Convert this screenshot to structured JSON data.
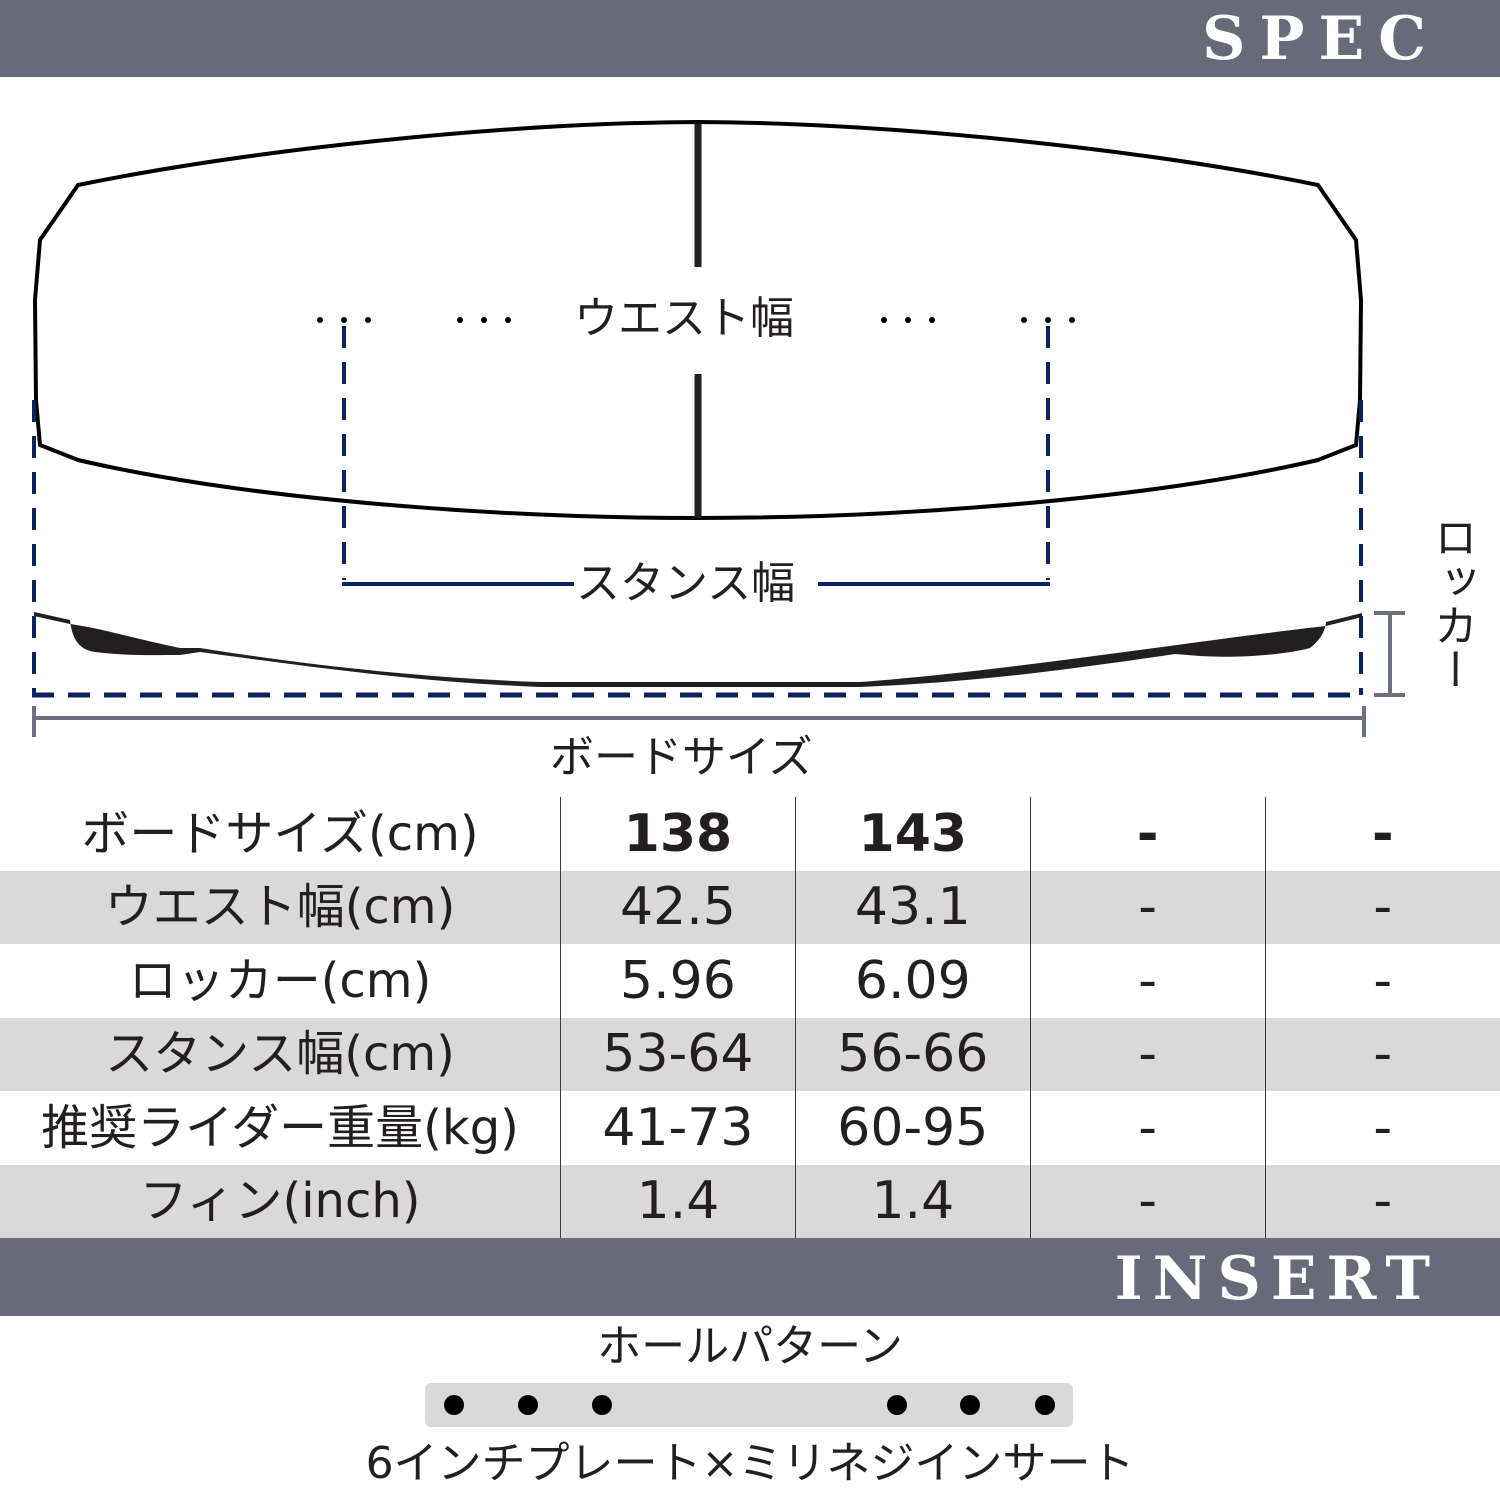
{
  "banners": {
    "spec": "SPEC",
    "insert": "INSERT"
  },
  "diagram": {
    "waist_label": "ウエスト幅",
    "stance_label": "スタンス幅",
    "board_size_label": "ボードサイズ",
    "rocker_label": "ロッカー",
    "colors": {
      "outline": "#000000",
      "dashed": "#0b2460",
      "dimension": "#6e7080"
    }
  },
  "spec_table": {
    "rows": [
      {
        "label": "ボードサイズ(cm)",
        "values": [
          "138",
          "143",
          "-",
          "-"
        ]
      },
      {
        "label": "ウエスト幅(cm)",
        "values": [
          "42.5",
          "43.1",
          "-",
          "-"
        ]
      },
      {
        "label": "ロッカー(cm)",
        "values": [
          "5.96",
          "6.09",
          "-",
          "-"
        ]
      },
      {
        "label": "スタンス幅(cm)",
        "values": [
          "53-64",
          "56-66",
          "-",
          "-"
        ]
      },
      {
        "label": "推奨ライダー重量(kg)",
        "values": [
          "41-73",
          "60-95",
          "-",
          "-"
        ]
      },
      {
        "label": "フィン(inch)",
        "values": [
          "1.4",
          "1.4",
          "-",
          "-"
        ]
      }
    ]
  },
  "insert": {
    "hole_pattern_title": "ホールパターン",
    "hole_count": 6,
    "description": "6インチプレート×ミリネジインサート"
  },
  "colors": {
    "banner_bg": "#686a79",
    "row_alt_bg": "#d9d9d9",
    "text": "#231f20"
  }
}
